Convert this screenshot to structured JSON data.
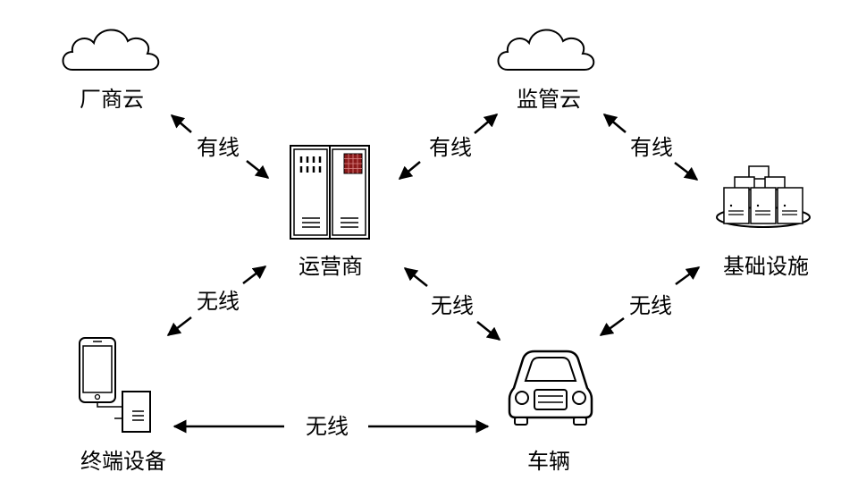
{
  "nodes": {
    "vendor_cloud": {
      "label": "厂商云",
      "icon": "cloud-icon"
    },
    "supervision_cloud": {
      "label": "监管云",
      "icon": "cloud-icon"
    },
    "operator": {
      "label": "运营商",
      "icon": "server-cabinet-icon"
    },
    "infrastructure": {
      "label": "基础设施",
      "icon": "server-cluster-icon"
    },
    "terminal": {
      "label": "终端设备",
      "icon": "phone-and-tower-icon"
    },
    "vehicle": {
      "label": "车辆",
      "icon": "car-icon"
    }
  },
  "edges": {
    "vendor_operator": {
      "label": "有线"
    },
    "operator_supervision": {
      "label": "有线"
    },
    "supervision_infrastructure": {
      "label": "有线"
    },
    "terminal_operator": {
      "label": "无线"
    },
    "operator_vehicle": {
      "label": "无线"
    },
    "infrastructure_vehicle": {
      "label": "无线"
    },
    "terminal_vehicle": {
      "label": "无线"
    }
  },
  "colors": {
    "line": "#000000",
    "background": "#ffffff",
    "led": "#8b1a1a"
  }
}
